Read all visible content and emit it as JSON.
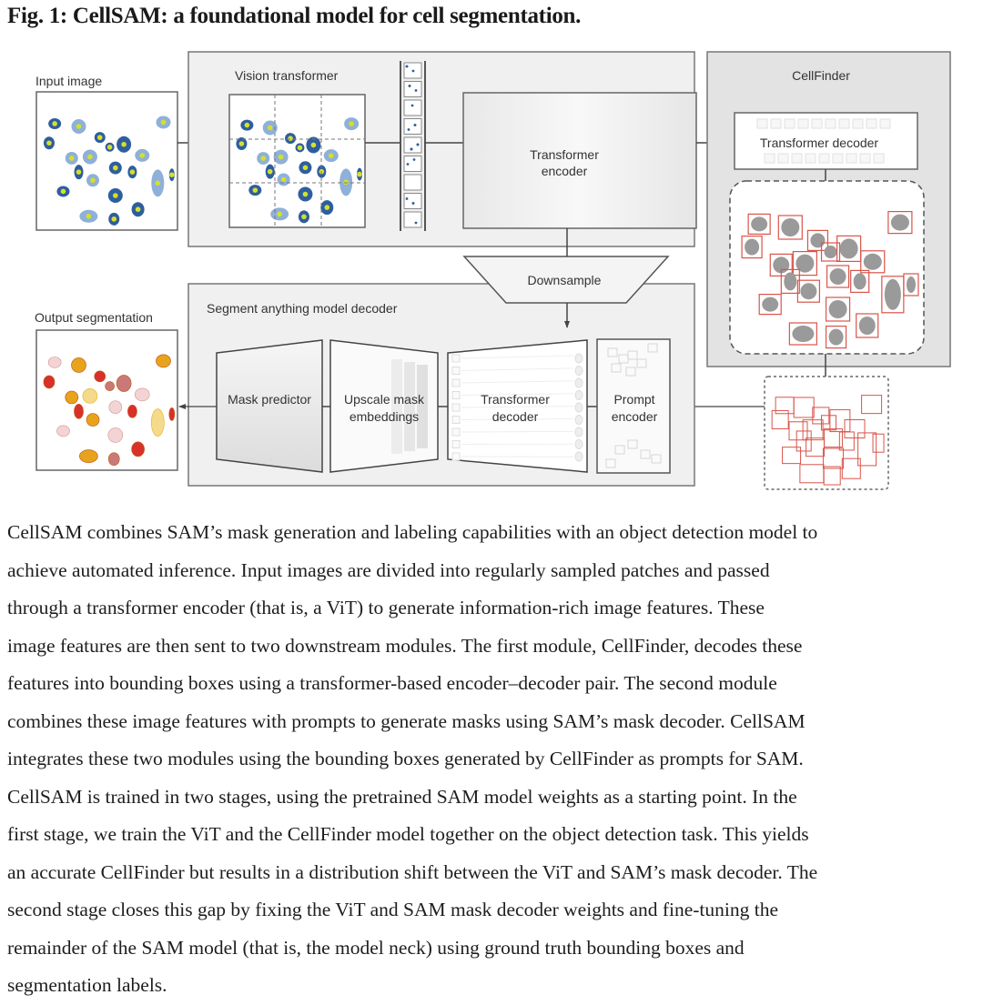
{
  "figure": {
    "title": "Fig. 1: CellSAM: a foundational model for cell segmentation.",
    "labels": {
      "input_image": "Input image",
      "vision_transformer": "Vision transformer",
      "transformer_encoder_line1": "Transformer",
      "transformer_encoder_line2": "encoder",
      "cellfinder": "CellFinder",
      "cellfinder_transformer_decoder": "Transformer decoder",
      "downsample": "Downsample",
      "sam_decoder": "Segment anything model decoder",
      "output_segmentation": "Output segmentation",
      "mask_predictor": "Mask predictor",
      "upscale_line1": "Upscale mask",
      "upscale_line2": "embeddings",
      "sam_transformer_decoder_line1": "Transformer",
      "sam_transformer_decoder_line2": "decoder",
      "prompt_encoder_line1": "Prompt",
      "prompt_encoder_line2": "encoder"
    },
    "colors": {
      "cell_dark_blue": "#2f5e9e",
      "cell_light_blue": "#8fb0d8",
      "nucleus_yellow": "#d4e02a",
      "box_red": "#d9544a",
      "cell_gray": "#9a9a9a",
      "seg_orange": "#e8a31c",
      "seg_red": "#d9302a",
      "seg_pink": "#f3d3d3",
      "seg_rose": "#c97a78",
      "seg_yellow": "#f4da8a",
      "panel_bg": "#f0f0f0",
      "cellfinder_bg": "#e3e3e3"
    }
  },
  "caption": {
    "lines": [
      "CellSAM combines SAM’s mask generation and labeling capabilities with an object detection model to",
      "achieve automated inference. Input images are divided into regularly sampled patches and passed",
      "through a transformer encoder (that is, a ViT) to generate information-rich image features. These",
      "image features are then sent to two downstream modules. The first module, CellFinder, decodes these",
      "features into bounding boxes using a transformer-based encoder–decoder pair. The second module",
      "combines these image features with prompts to generate masks using SAM’s mask decoder. CellSAM",
      "integrates these two modules using the bounding boxes generated by CellFinder as prompts for SAM.",
      "CellSAM is trained in two stages, using the pretrained SAM model weights as a starting point. In the",
      "first stage, we train the ViT and the CellFinder model together on the object detection task. This yields",
      "an accurate CellFinder but results in a distribution shift between the ViT and SAM’s mask decoder. The",
      "second stage closes this gap by fixing the ViT and SAM mask decoder weights and fine-tuning the",
      "remainder of the SAM model (that is, the model neck) using ground truth bounding boxes and",
      "segmentation labels."
    ]
  }
}
